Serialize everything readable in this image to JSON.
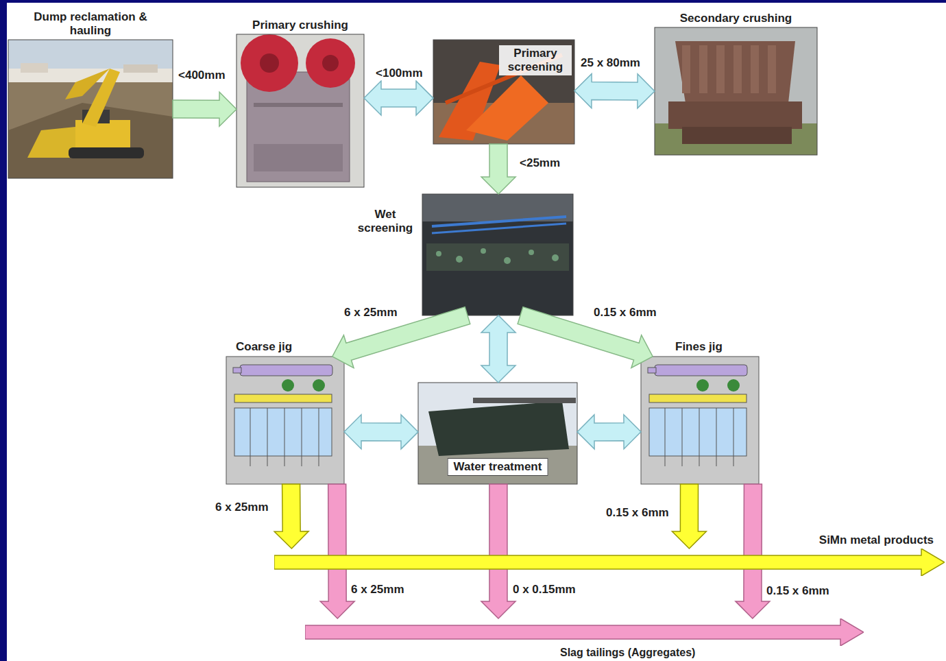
{
  "diagram": {
    "nodes": [
      {
        "text": [
          "Dump reclamation & hauling"
        ]
      },
      {
        "text": [
          "Primary crushing"
        ]
      },
      {
        "text": [
          "Primary screening"
        ]
      },
      {
        "text": [
          "Secondary crushing"
        ]
      },
      {
        "text": [
          "Wet screening"
        ]
      },
      {
        "text": [
          "Coarse jig"
        ]
      },
      {
        "text": [
          "Water treatment"
        ]
      },
      {
        "text": [
          "Fines jig"
        ]
      },
      {
        "text": [
          "SiMn metal products"
        ]
      },
      {
        "text": [
          "Slag tailings (Aggregates)"
        ]
      }
    ],
    "edges": [
      {
        "from": 0,
        "to": 1,
        "arrow": "to",
        "label": "<400mm"
      },
      {
        "from": 1,
        "to": 2,
        "arrow": "both",
        "label": "<100mm"
      },
      {
        "from": 2,
        "to": 3,
        "arrow": "both",
        "label": "25 x 80mm"
      },
      {
        "from": 2,
        "to": 4,
        "arrow": "to",
        "label": "<25mm"
      },
      {
        "from": 4,
        "to": 5,
        "arrow": "to",
        "label": "6 x 25mm"
      },
      {
        "from": 4,
        "to": 7,
        "arrow": "to",
        "label": "0.15 x 6mm"
      },
      {
        "from": 4,
        "to": 6,
        "arrow": "both"
      },
      {
        "from": 5,
        "to": 6,
        "arrow": "both"
      },
      {
        "from": 6,
        "to": 7,
        "arrow": "both"
      },
      {
        "from": 5,
        "to": 8,
        "arrow": "to",
        "label": "6 x 25mm"
      },
      {
        "from": 7,
        "to": 8,
        "arrow": "to",
        "label": "0.15 x 6mm"
      },
      {
        "from": 5,
        "to": 9,
        "arrow": "to",
        "label": "6 x 25mm"
      },
      {
        "from": 6,
        "to": 9,
        "arrow": "to",
        "label": "0 x 0.15mm"
      },
      {
        "from": 7,
        "to": 9,
        "arrow": "to",
        "label": "0.15 x 6mm"
      }
    ]
  }
}
